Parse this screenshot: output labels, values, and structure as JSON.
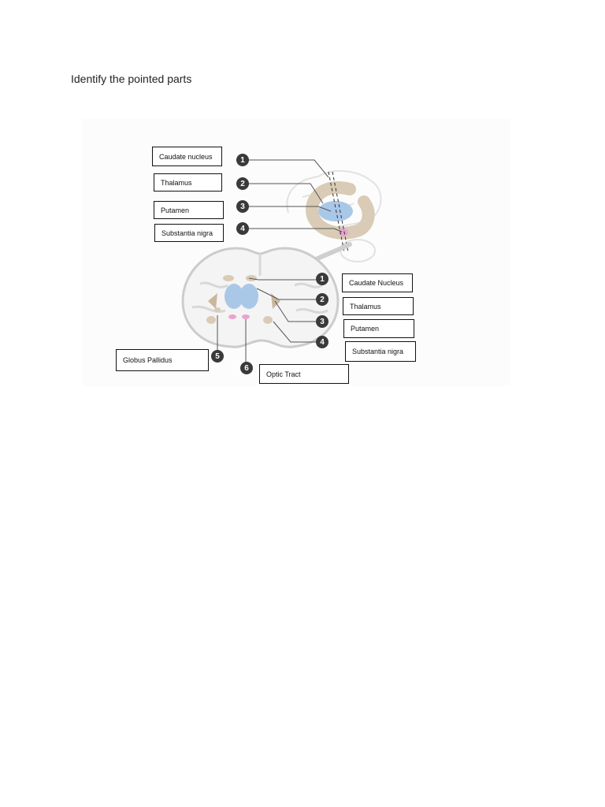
{
  "document": {
    "title": "Identify the pointed parts"
  },
  "figure": {
    "top_labels": [
      "Caudate nucleus",
      "Thalamus",
      "Putamen",
      "Substantia nigra"
    ],
    "right_labels": [
      "Caudate Nucleus",
      "Thalamus",
      "Putamen",
      "Substantia nigra"
    ],
    "bottom_labels": [
      "Globus Pallidus",
      "Optic Tract"
    ],
    "markers": {
      "top": [
        "1",
        "2",
        "3",
        "4"
      ],
      "right": [
        "1",
        "2",
        "3",
        "4"
      ],
      "bottom": [
        "5",
        "6"
      ]
    },
    "colors": {
      "caudate": "#d9cbb5",
      "thalamus": "#a9c8e8",
      "substantia_nigra": "#e9a3cf",
      "brain_outline": "#d0d0d0",
      "marker": "#3a3a3a"
    }
  }
}
